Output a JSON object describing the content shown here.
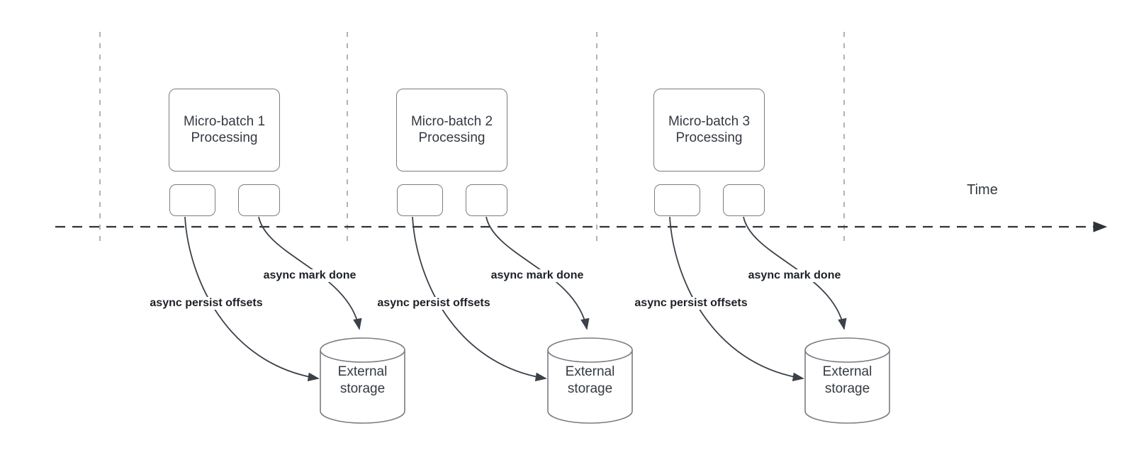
{
  "colors": {
    "background": "#ffffff",
    "shape-stroke": "#787d84",
    "edge-stroke": "#3b4149",
    "timeline-stroke": "#2e333a",
    "guide-line": "#b3b3b3",
    "box-text": "#343a42",
    "label-text": "#1d2127"
  },
  "timeline": {
    "axis_label": "Time"
  },
  "groups": [
    {
      "box_label": "Micro-batch 1 Processing",
      "persist_label": "async persist offsets",
      "done_label": "async mark done",
      "storage_label": "External storage"
    },
    {
      "box_label": "Micro-batch 2 Processing",
      "persist_label": "async persist offsets",
      "done_label": "async mark done",
      "storage_label": "External storage"
    },
    {
      "box_label": "Micro-batch 3 Processing",
      "persist_label": "async persist offsets",
      "done_label": "async mark done",
      "storage_label": "External storage"
    }
  ]
}
